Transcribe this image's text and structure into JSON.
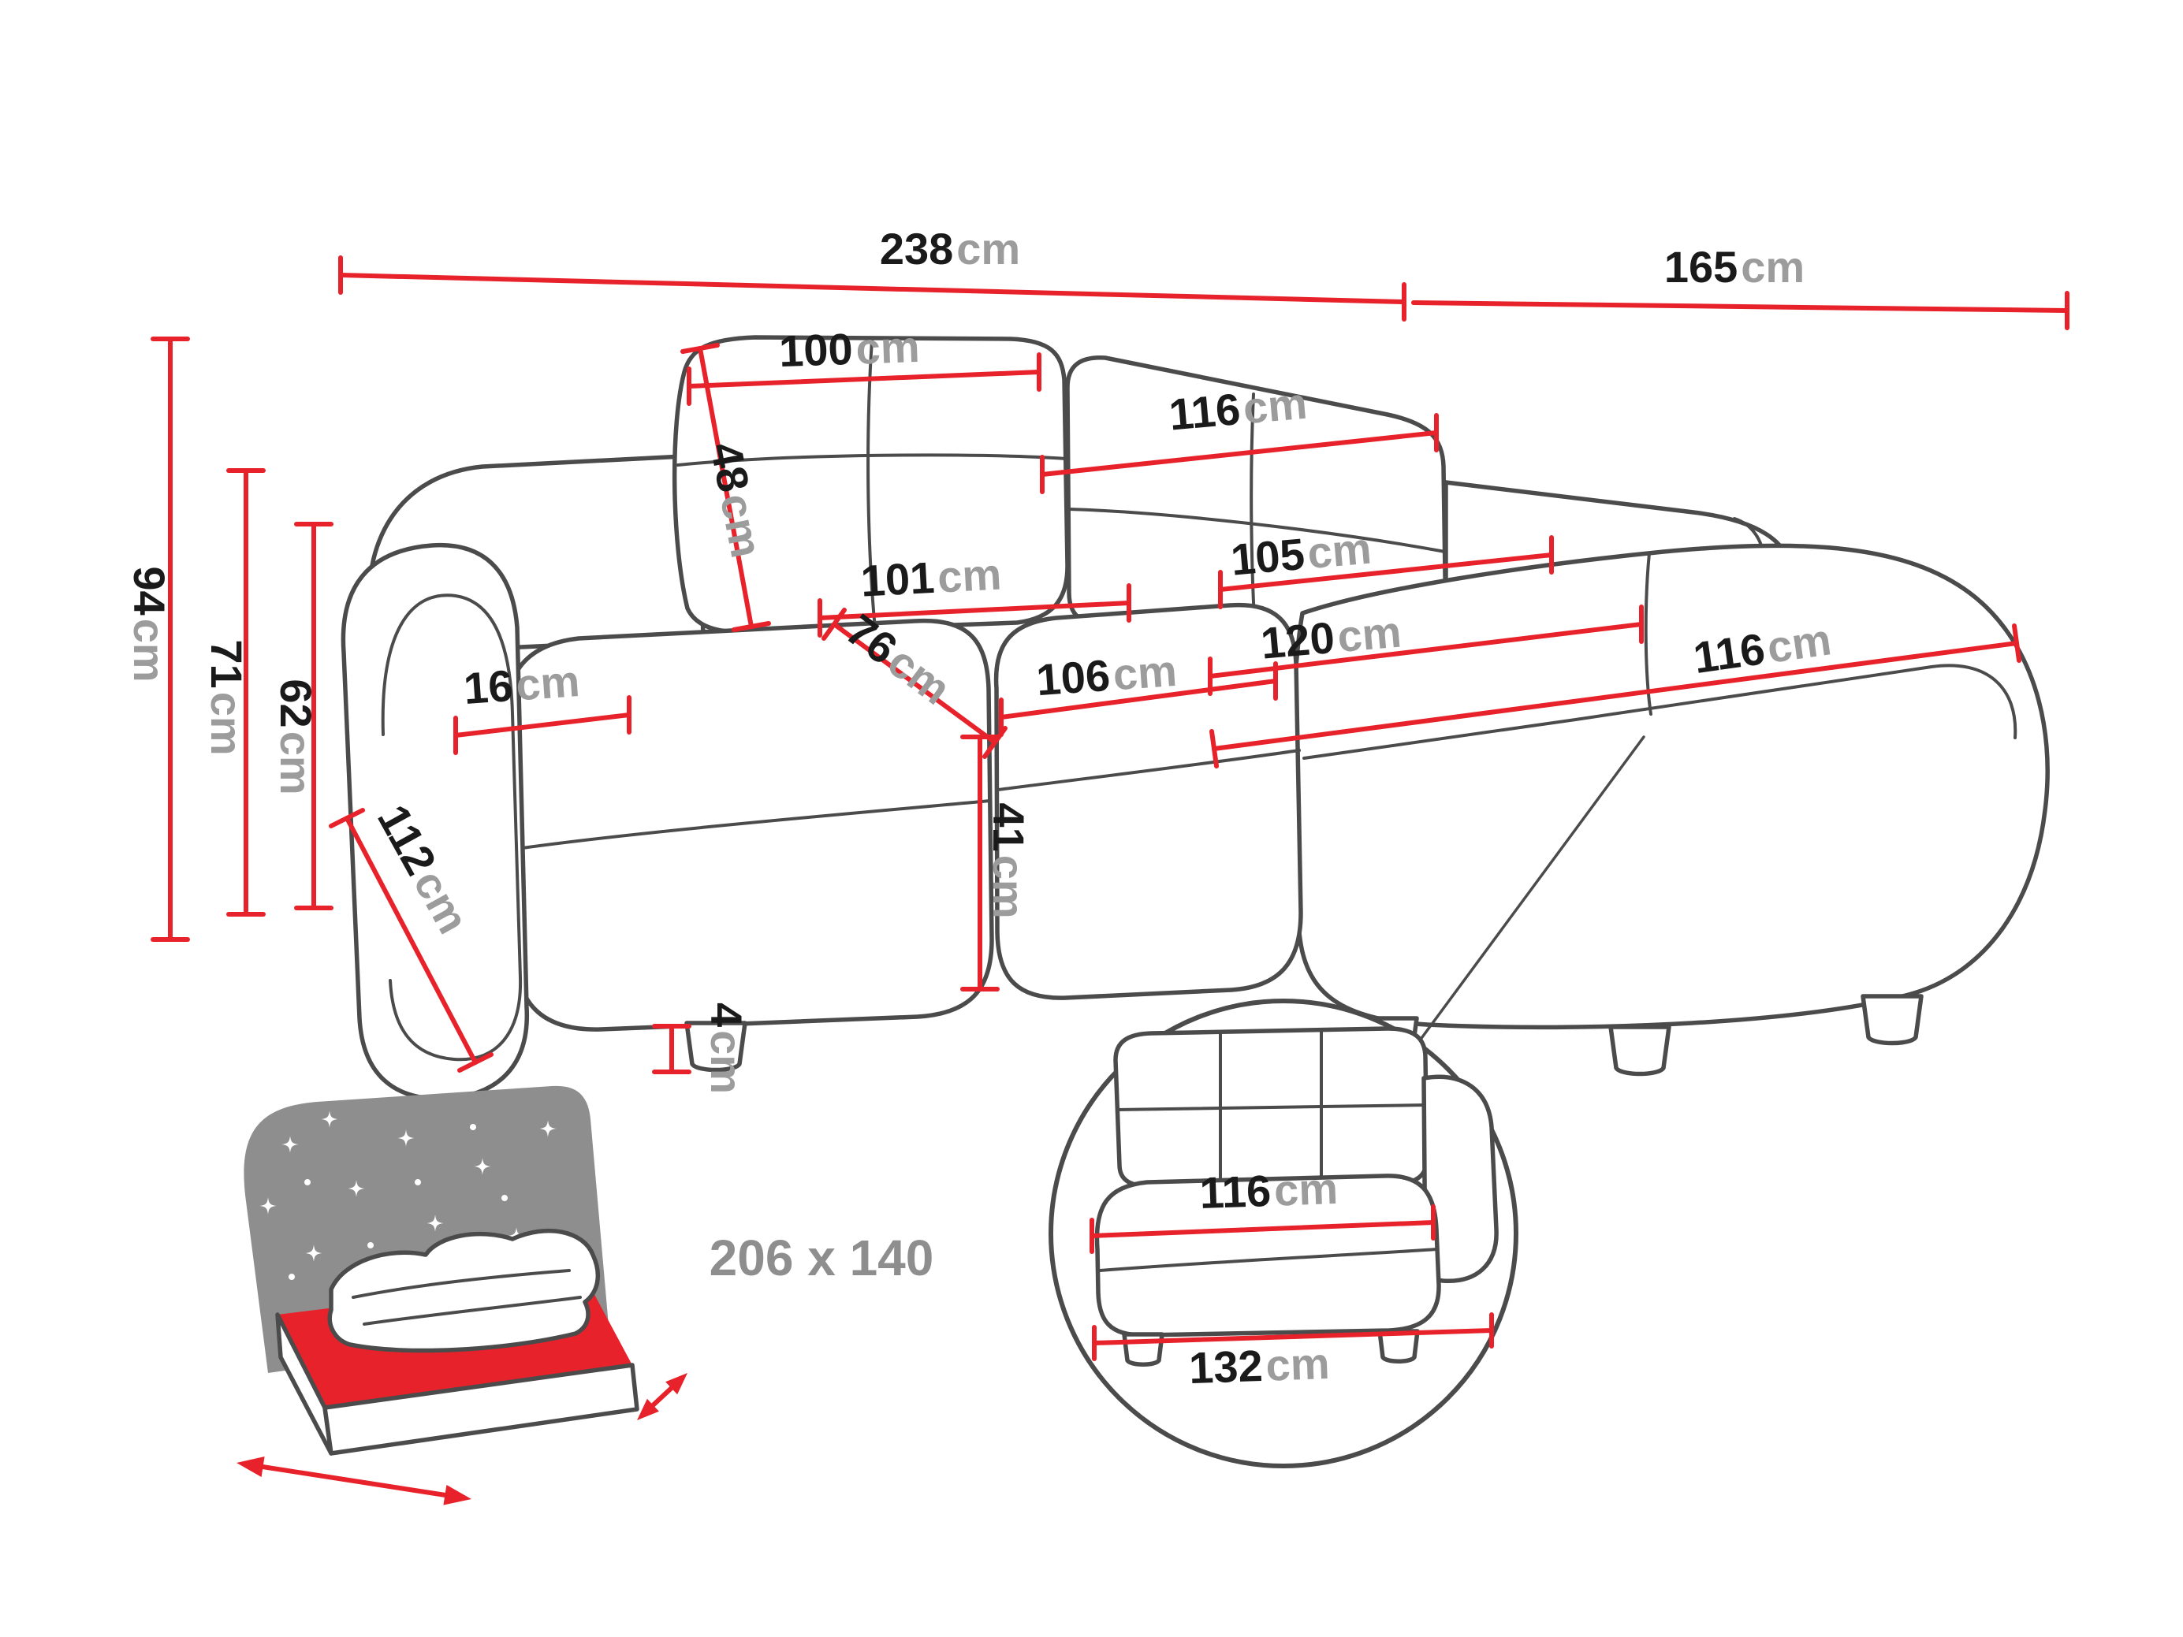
{
  "diagram": {
    "type": "furniture-dimension-diagram",
    "subject": "corner sofa with chaise and sleeping function",
    "colors": {
      "outline": "#4b4b4b",
      "dimension_red": "#e8222a",
      "number_text": "#1a1a1a",
      "unit_text": "#9c9c9c",
      "icon_gray": "#8e8e8e"
    },
    "icons": {
      "detail_view": "detail-circle-icon",
      "sleeping_function": "bed-icon",
      "stars": "spark-icon"
    },
    "labels": {
      "total_width": {
        "num": "238",
        "unit": "cm"
      },
      "total_depth": {
        "num": "165",
        "unit": "cm"
      },
      "total_height": {
        "num": "94",
        "unit": "cm"
      },
      "back_height": {
        "num": "71",
        "unit": "cm"
      },
      "arm_height": {
        "num": "62",
        "unit": "cm"
      },
      "back_left_width": {
        "num": "100",
        "unit": "cm"
      },
      "back_cushion_height": {
        "num": "48",
        "unit": "cm"
      },
      "back_right_width": {
        "num": "116",
        "unit": "cm"
      },
      "seat_left_width": {
        "num": "101",
        "unit": "cm"
      },
      "seat_right_width": {
        "num": "105",
        "unit": "cm"
      },
      "chaise_width": {
        "num": "120",
        "unit": "cm"
      },
      "seat_depth": {
        "num": "76",
        "unit": "cm"
      },
      "seat_mid_width": {
        "num": "106",
        "unit": "cm"
      },
      "arm_width": {
        "num": "16",
        "unit": "cm"
      },
      "arm_depth": {
        "num": "112",
        "unit": "cm"
      },
      "seat_height": {
        "num": "41",
        "unit": "cm"
      },
      "leg_height": {
        "num": "4",
        "unit": "cm"
      },
      "chaise_length": {
        "num": "116",
        "unit": "cm"
      },
      "detail_seat_width": {
        "num": "116",
        "unit": "cm"
      },
      "detail_total_width": {
        "num": "132",
        "unit": "cm"
      },
      "sleeping_area": {
        "num": "206 x 140",
        "unit": ""
      }
    }
  }
}
